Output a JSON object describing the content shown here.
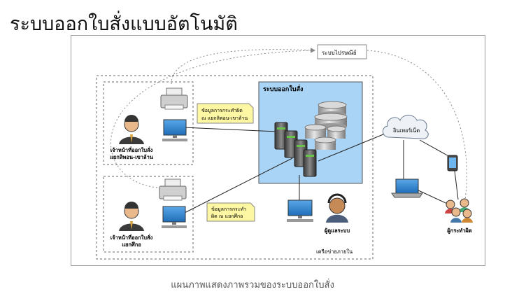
{
  "title": "ระบบออกใบสั่งแบบอัตโนมัติ",
  "caption": "แผนภาพแสดงภาพรวมของระบบออกใบสั่ง",
  "diagram": {
    "registry_label": "ระบบไปรษณีย์",
    "system_label": "ระบบออกใบสั่ง",
    "internet_label": "อินเทอร์เน็ต",
    "network_label": "เครือข่ายภายใน",
    "admin_label": "ผู้ดูแลระบบ",
    "offender_label": "ผู้กระทำผิด",
    "officer_top_line1": "เจ้าหน้าที่ออกใบสั่ง",
    "officer_top_line2": "แยกลิพอน-เขาล้าน",
    "officer_bottom_line1": "เจ้าหน้าที่ออกใบสั่ง",
    "officer_bottom_line2": "แยกศึกอ",
    "note_top_line1": "ข้อมูลการกระทำผิด",
    "note_top_line2": "ณ แยกลิพอน-เขาล้าน",
    "note_bottom_line1": "ข้อมูลการกระทำ",
    "note_bottom_line2": "ผิด ณ แยกศึกอ"
  },
  "colors": {
    "system_fill": "#a9d4f5",
    "note_fill": "#fdf6a3",
    "line": "#222222",
    "dotted": "#888888"
  }
}
